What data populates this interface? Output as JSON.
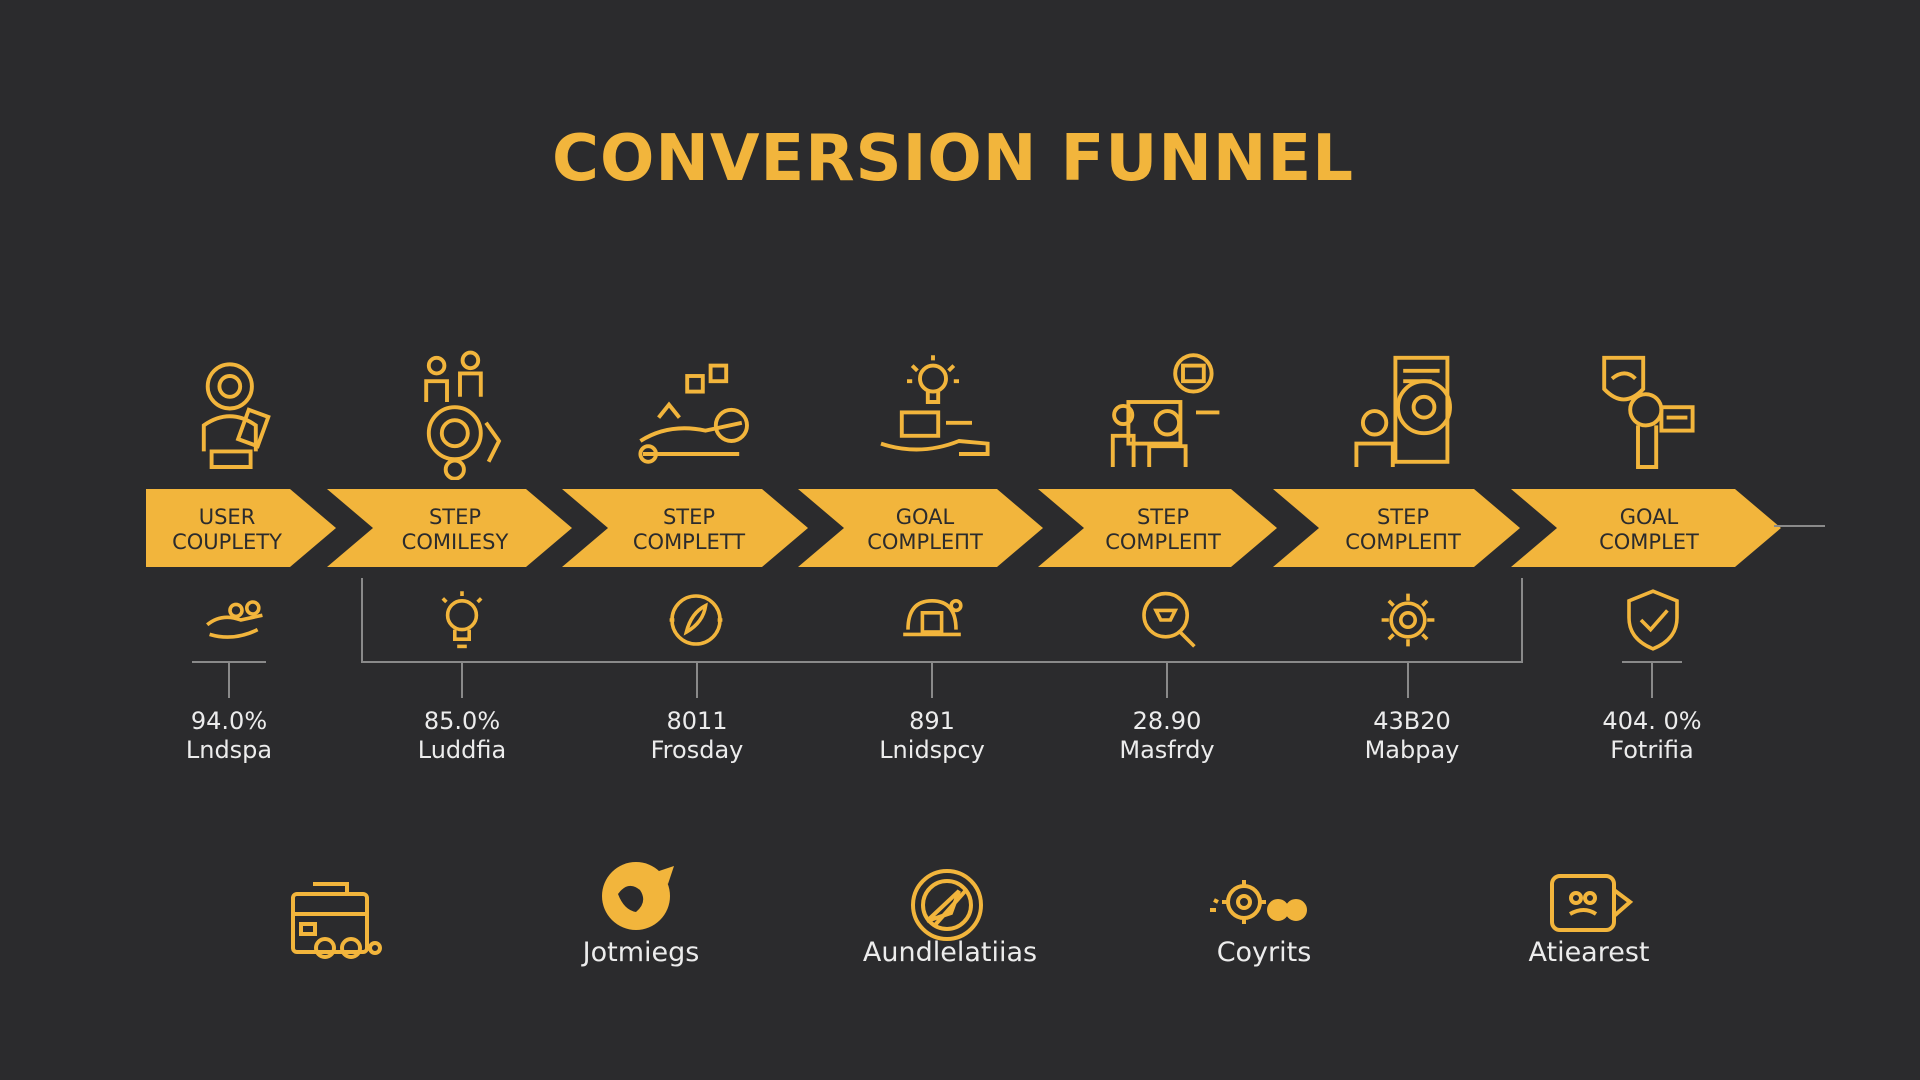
{
  "title": "CONVERSION FUNNEL",
  "colors": {
    "background": "#2b2b2d",
    "accent": "#f2b53c",
    "text": "#ececec",
    "line": "#8a8a8a"
  },
  "stages": [
    {
      "label_line1": "USER",
      "label_line2": "COUPLETY",
      "metric_value": "94.0%",
      "metric_caption": "Lndspa",
      "top_icon": "user-with-tablet-icon",
      "mid_icon": "hand-coins-icon"
    },
    {
      "label_line1": "STEP",
      "label_line2": "COMILESY",
      "metric_value": "85.0%",
      "metric_caption": "Luddfia",
      "top_icon": "people-gear-icon",
      "mid_icon": "lightbulb-icon"
    },
    {
      "label_line1": "STEP",
      "label_line2": "COMPLETT",
      "metric_value": "8011",
      "metric_caption": "Frosday",
      "top_icon": "hand-idea-icon",
      "mid_icon": "rocket-badge-icon"
    },
    {
      "label_line1": "GOAL",
      "label_line2": "COMPLEПT",
      "metric_value": "891",
      "metric_caption": "Lnidspcy",
      "top_icon": "lightbulb-hand-icon",
      "mid_icon": "cart-gear-icon"
    },
    {
      "label_line1": "STEP",
      "label_line2": "COMPLEПT",
      "metric_value": "28.90",
      "metric_caption": "Masfrdy",
      "top_icon": "team-screen-icon",
      "mid_icon": "search-icon"
    },
    {
      "label_line1": "STEP",
      "label_line2": "COMPLEПT",
      "metric_value": "43B20",
      "metric_caption": "Mabpay",
      "top_icon": "user-checklist-gear-icon",
      "mid_icon": "gear-icon"
    },
    {
      "label_line1": "GOAL",
      "label_line2": "COMPLET",
      "metric_value": "404. 0%",
      "metric_caption": "Fotrifia",
      "top_icon": "shield-hand-card-icon",
      "mid_icon": "shield-check-icon"
    }
  ],
  "bottom_items": [
    {
      "label": "",
      "icon": "toolbox-icon"
    },
    {
      "label": "Jotmiegs",
      "icon": "globe-chat-icon"
    },
    {
      "label": "Aundlelatiias",
      "icon": "compass-icon"
    },
    {
      "label": "Coyrits",
      "icon": "coins-gear-icon"
    },
    {
      "label": "Atiearest",
      "icon": "card-icon"
    }
  ]
}
